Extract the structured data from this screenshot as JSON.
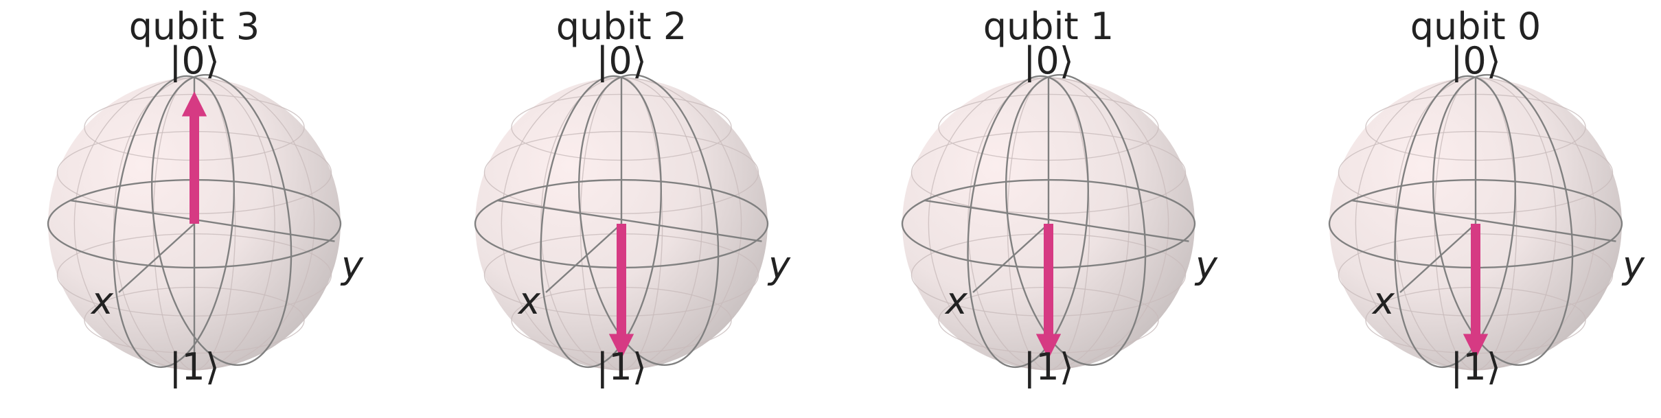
{
  "colors": {
    "vector": "#d63a83",
    "sphere_light": "#fbeeee",
    "sphere_dark": "#c9c1c1",
    "wire": "#808080",
    "text": "#222222"
  },
  "panels": [
    {
      "title": "qubit 3",
      "ket_top": "|0⟩",
      "ket_bottom": "|1⟩",
      "x_label": "x",
      "y_label": "y",
      "state": "|0⟩"
    },
    {
      "title": "qubit 2",
      "ket_top": "|0⟩",
      "ket_bottom": "|1⟩",
      "x_label": "x",
      "y_label": "y",
      "state": "|1⟩"
    },
    {
      "title": "qubit 1",
      "ket_top": "|0⟩",
      "ket_bottom": "|1⟩",
      "x_label": "x",
      "y_label": "y",
      "state": "|1⟩"
    },
    {
      "title": "qubit 0",
      "ket_top": "|0⟩",
      "ket_bottom": "|1⟩",
      "x_label": "x",
      "y_label": "y",
      "state": "|1⟩"
    }
  ]
}
